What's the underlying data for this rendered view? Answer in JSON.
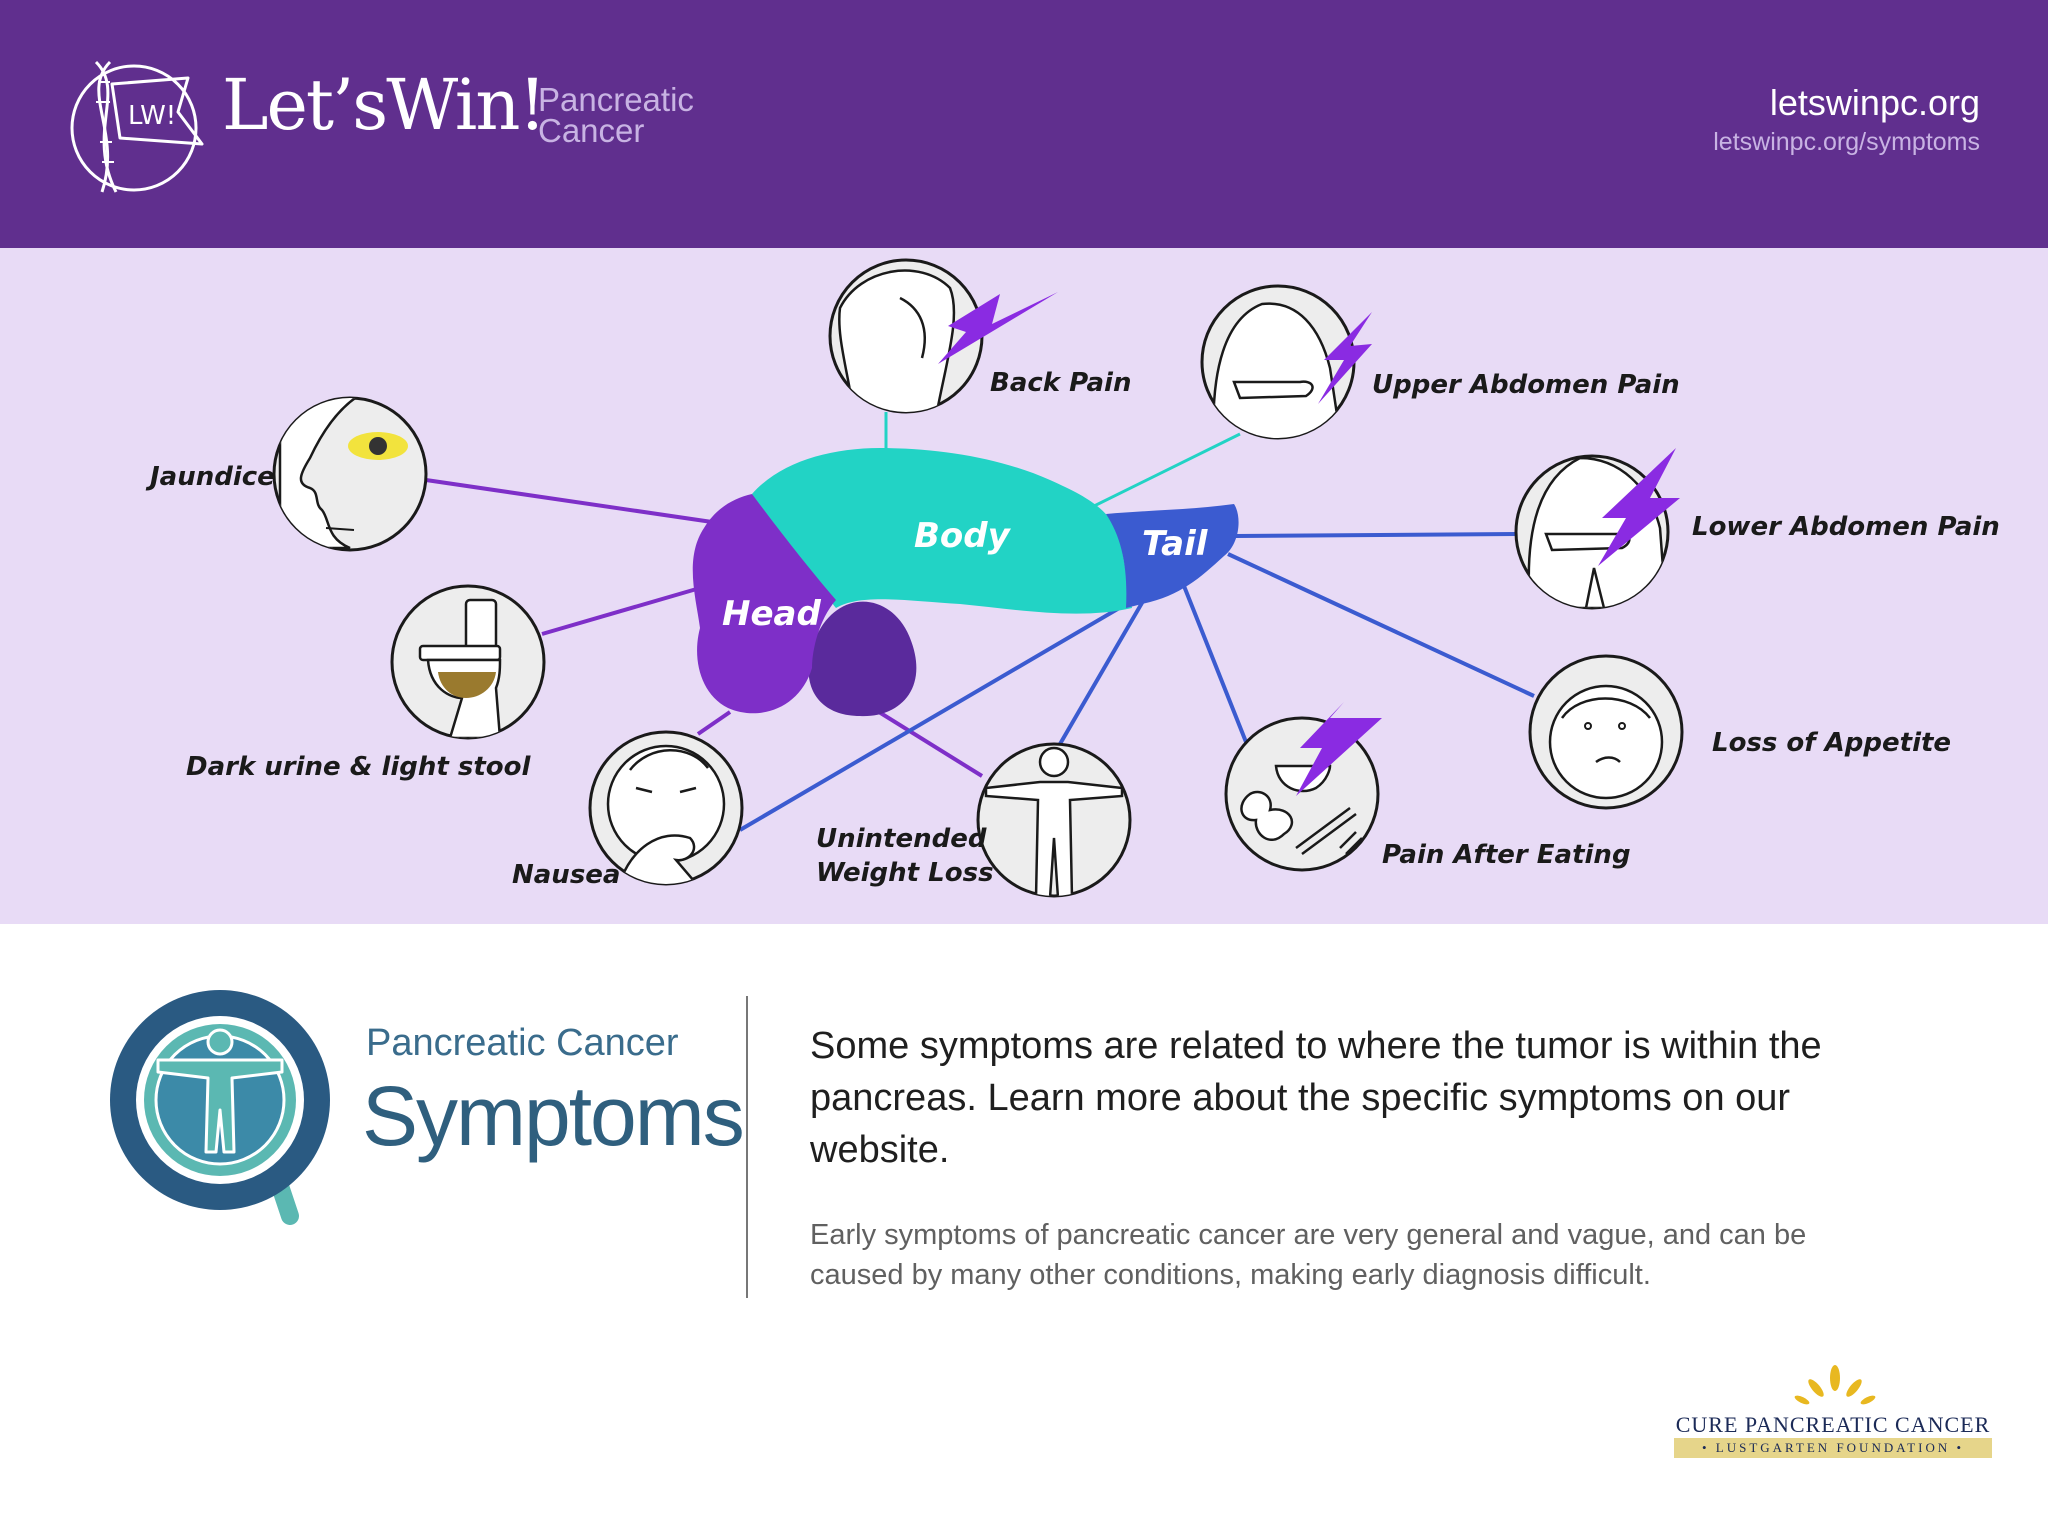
{
  "header": {
    "brand": "Let’sWin!",
    "brand_sub_line1": "Pancreatic",
    "brand_sub_line2": "Cancer",
    "logo_monogram": "LW!",
    "url": "letswinpc.org",
    "url_sub": "letswinpc.org/symptoms"
  },
  "diagram": {
    "organ_parts": {
      "head": "Head",
      "body": "Body",
      "tail": "Tail"
    },
    "symptoms": [
      {
        "id": "back-pain",
        "label": "Back Pain",
        "icon": "back-pain-icon"
      },
      {
        "id": "upper-abdomen-pain",
        "label": "Upper Abdomen Pain",
        "icon": "upper-abdomen-pain-icon"
      },
      {
        "id": "jaundice",
        "label": "Jaundice",
        "icon": "jaundice-eye-icon"
      },
      {
        "id": "lower-abdomen-pain",
        "label": "Lower Abdomen Pain",
        "icon": "lower-abdomen-pain-icon"
      },
      {
        "id": "dark-urine",
        "label": "Dark urine & light stool",
        "icon": "toilet-icon"
      },
      {
        "id": "loss-of-appetite",
        "label": "Loss of Appetite",
        "icon": "frown-face-icon"
      },
      {
        "id": "nausea",
        "label": "Nausea",
        "icon": "nausea-face-icon"
      },
      {
        "id": "weight-loss",
        "label_line1": "Unintended",
        "label_line2": "Weight Loss",
        "icon": "body-outline-icon"
      },
      {
        "id": "pain-after-eating",
        "label": "Pain After Eating",
        "icon": "food-icon"
      }
    ],
    "colors": {
      "head": "#7e2fc8",
      "head_dark": "#5a2a9c",
      "body": "#22d3c5",
      "tail": "#3b5bd0",
      "lightning": "#8a2be2",
      "background": "#e8dbf6"
    }
  },
  "bottom": {
    "kicker": "Pancreatic Cancer",
    "title": "Symptoms",
    "lead": "Some symptoms are related to where the tumor is within the pancreas. Learn more about the specific symptoms on our website.",
    "note": "Early symptoms of pancreatic cancer are very general and vague, and can be caused by many other conditions, making early diagnosis difficult."
  },
  "foundation": {
    "name": "CURE PANCREATIC CANCER",
    "sub": "• LUSTGARTEN FOUNDATION •"
  },
  "colors": {
    "header_bg": "#602f8e",
    "header_sub": "#c8b3e3",
    "symptoms_title": "#2f5f7e"
  }
}
